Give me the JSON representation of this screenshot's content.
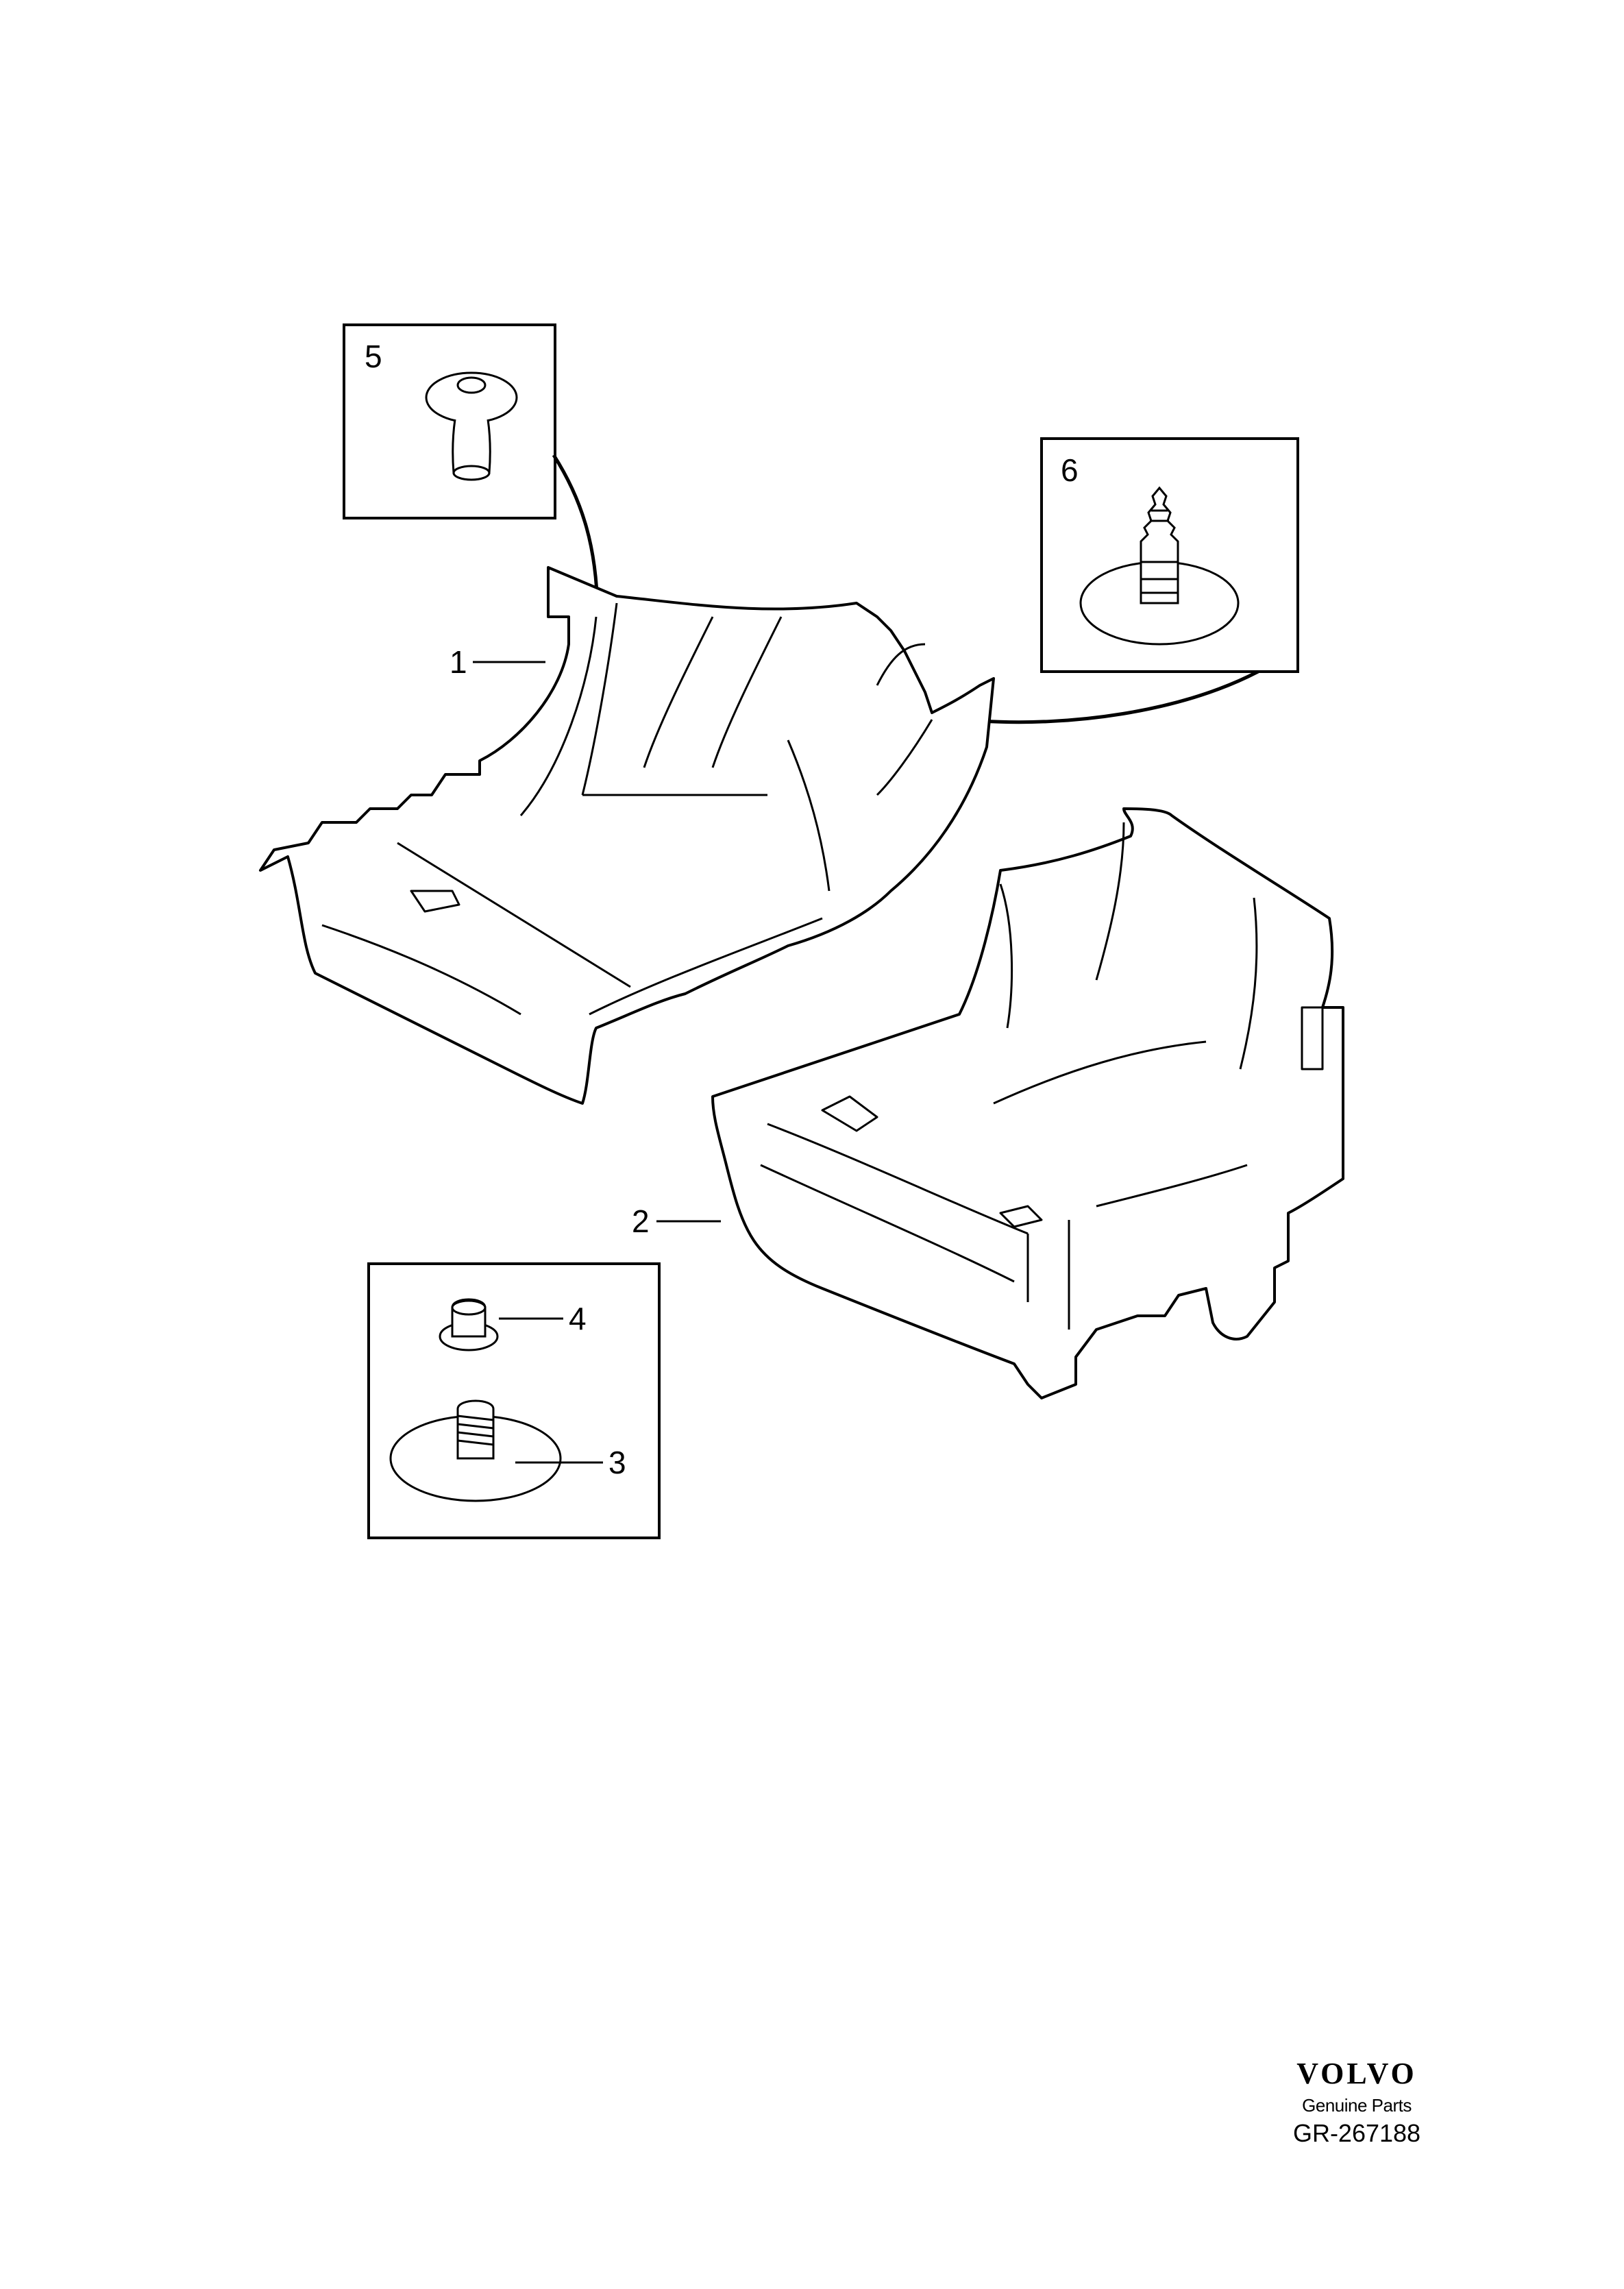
{
  "callouts": {
    "c1": "1",
    "c2": "2",
    "c3": "3",
    "c4": "4",
    "c5": "5",
    "c6": "6"
  },
  "footer": {
    "logo": "VOLVO",
    "tagline": "Genuine Parts",
    "reference": "GR-267188"
  }
}
